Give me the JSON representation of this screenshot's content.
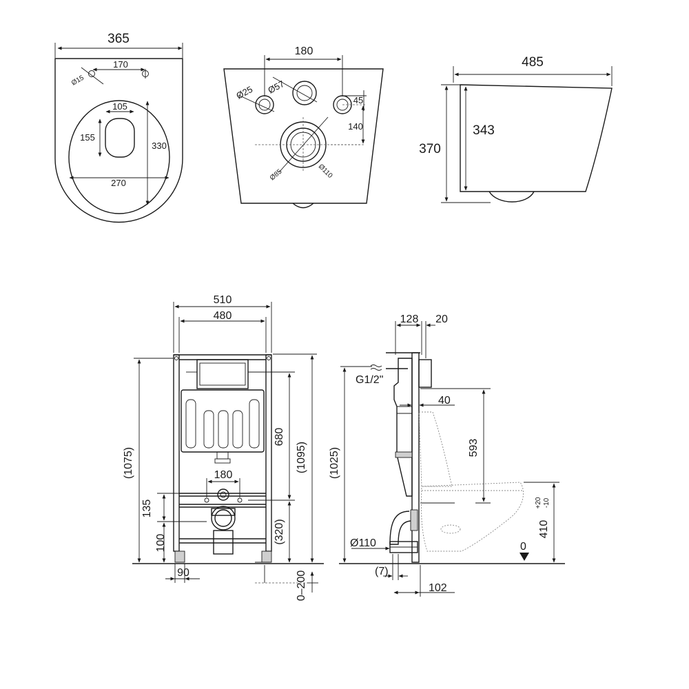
{
  "top_views": {
    "bowl_top": {
      "width": "365",
      "hole_spacing": "170",
      "hole_dia": "Ø15",
      "seat_width": "105",
      "seat_height": "155",
      "bowl_length": "330",
      "bowl_width": "270"
    },
    "bowl_back": {
      "bolt_spacing": "180",
      "inlet_dia": "Ø57",
      "bolt_dia": "Ø25",
      "bolt_height": "45",
      "outlet_height": "140",
      "outlet_inner_dia": "Ø110",
      "outlet_outer_dia": "Ø85"
    },
    "bowl_side": {
      "length": "485",
      "total_height": "370",
      "body_height": "343"
    }
  },
  "frame_front": {
    "outer_width": "510",
    "inner_width": "480",
    "total_height": "(1075)",
    "cistern_height": "680",
    "frame_height": "(1095)",
    "bolt_spacing": "180",
    "outlet_height": "135",
    "foot_height": "100",
    "outlet_level": "(320)",
    "foot_width": "90",
    "adjust_range": "0–200"
  },
  "frame_side": {
    "depth": "128",
    "plate_thickness": "20",
    "supply": "G1/2\"",
    "height": "(1025)",
    "pipe_offset": "40",
    "bolt_height": "593",
    "drain_dia": "Ø110",
    "drain_offset": "(7)",
    "drain_depth": "102",
    "seat_height": "410",
    "seat_tol_plus": "+20",
    "seat_tol_minus": "-10",
    "floor_level": "0"
  }
}
